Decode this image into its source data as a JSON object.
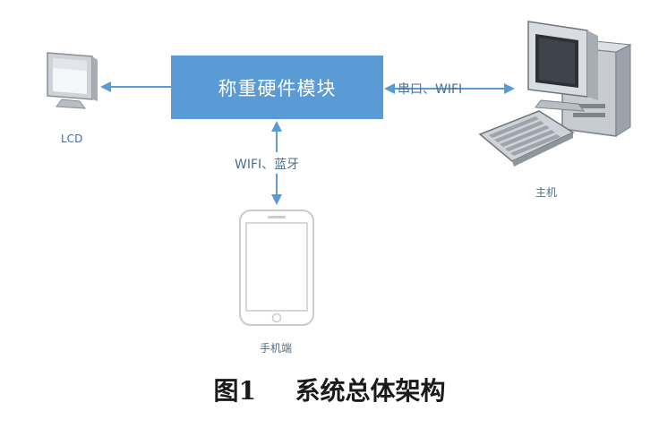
{
  "module": {
    "label": "称重硬件模块"
  },
  "devices": {
    "lcd": {
      "label": "LCD",
      "icon": "monitor-icon"
    },
    "host": {
      "label": "主机",
      "icon": "desktop-computer-icon"
    },
    "phone": {
      "label": "手机端",
      "icon": "smartphone-icon"
    }
  },
  "links": {
    "host_link": "串口、WIFI",
    "phone_link": "WIFI、蓝牙"
  },
  "caption": {
    "number": "图1",
    "text": "系统总体架构"
  },
  "colors": {
    "module_fill": "#5b9bd5",
    "arrow": "#5b9bd5",
    "label": "#4a6f93"
  }
}
